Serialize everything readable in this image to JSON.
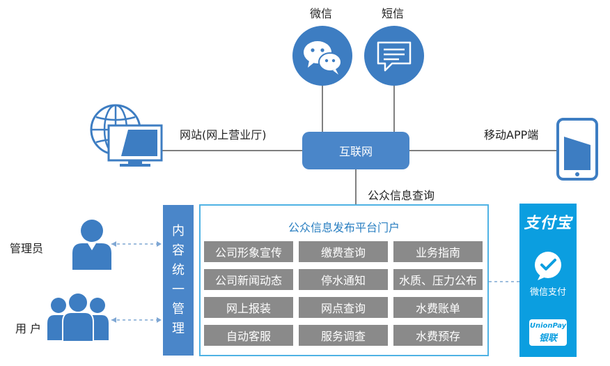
{
  "top_channels": [
    {
      "label": "微信",
      "icon": "wechat-icon"
    },
    {
      "label": "短信",
      "icon": "sms-icon"
    }
  ],
  "website_label": "网站(网上营业厅)",
  "app_label": "移动APP端",
  "hub_label": "互联网",
  "query_label": "公众信息查询",
  "admin_label": "管理员",
  "user_label": "用 户",
  "vertical_bar": [
    "内",
    "容",
    "统",
    "一",
    "管",
    "理"
  ],
  "portal": {
    "title": "公众信息发布平台门户",
    "cells": [
      "公司形象宣传",
      "缴费查询",
      "业务指南",
      "公司新闻动态",
      "停水通知",
      "水质、压力公布",
      "网上报装",
      "网点查询",
      "水费账单",
      "自动客服",
      "服务调查",
      "水费预存"
    ]
  },
  "payments": {
    "alipay": "支付宝",
    "wechat_pay": "微信支付",
    "unionpay": "UnionPay",
    "unionpay_cn": "银联"
  },
  "colors": {
    "primary": "#3d7dc2",
    "hub": "#4a86c9",
    "portal_border": "#4fb2e4",
    "cell": "#8a8a8a",
    "pay_panel": "#0b9ee0"
  }
}
